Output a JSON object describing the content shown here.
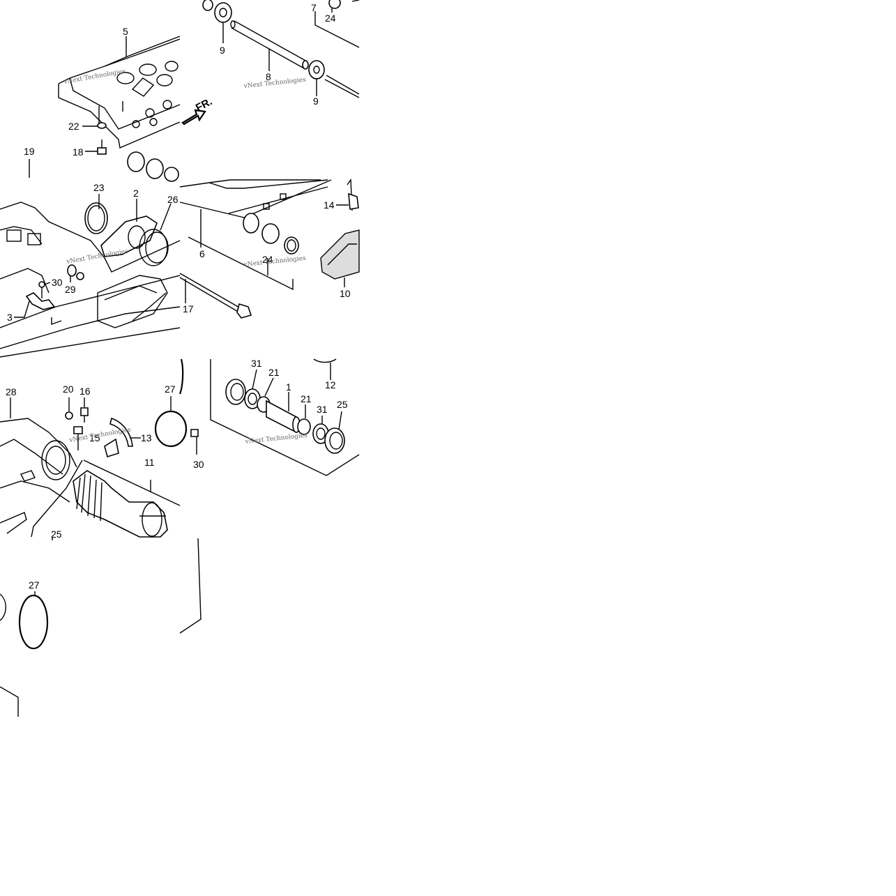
{
  "labels": {
    "p1": "1",
    "p2": "2",
    "p3": "3",
    "p5": "5",
    "p6": "6",
    "p7": "7",
    "p8": "8",
    "p9a": "9",
    "p9b": "9",
    "p10": "10",
    "p11": "11",
    "p12": "12",
    "p13": "13",
    "p14": "14",
    "p15": "15",
    "p16": "16",
    "p17": "17",
    "p18": "18",
    "p19": "19",
    "p20": "20",
    "p21a": "21",
    "p21b": "21",
    "p22": "22",
    "p23": "23",
    "p24a": "24",
    "p24b": "24",
    "p25a": "25",
    "p25b": "25",
    "p26": "26",
    "p27a": "27",
    "p27b": "27",
    "p28": "28",
    "p29": "29",
    "p30a": "30",
    "p30b": "30",
    "p31a": "31",
    "p31b": "31"
  },
  "front_arrow": "FR.",
  "watermark": "vNext Technologies"
}
